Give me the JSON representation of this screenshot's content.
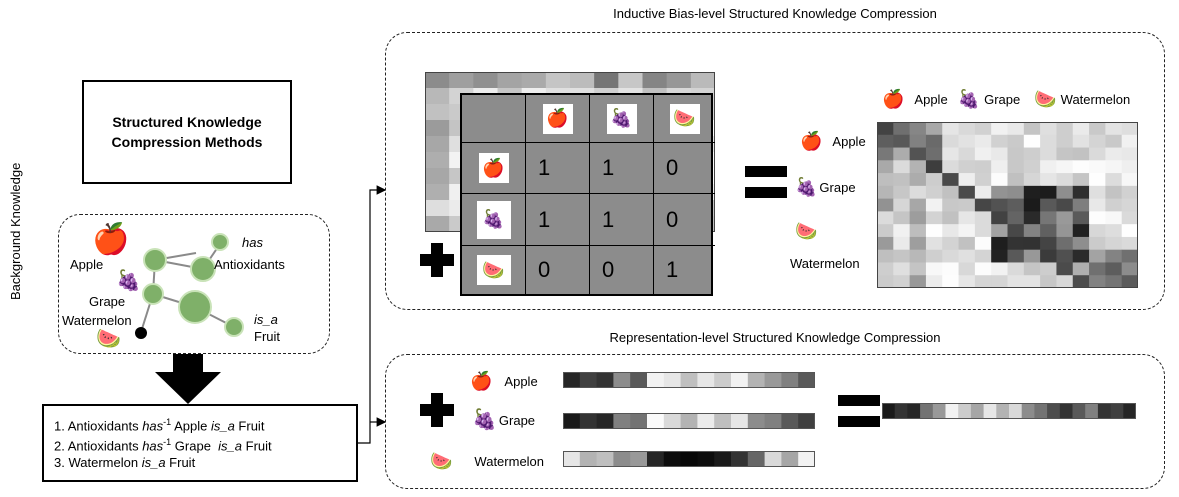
{
  "left_panel": {
    "title": "Structured Knowledge\nCompression Methods",
    "side_label": "Background Knowledge",
    "graph": {
      "labels": {
        "apple": "Apple",
        "grape": "Grape",
        "watermelon": "Watermelon",
        "has": "has",
        "antioxidants": "Antioxidants",
        "is_a": "is_a",
        "fruit": "Fruit"
      },
      "icons": [
        "apple-icon",
        "grape-icon",
        "watermelon-icon"
      ]
    },
    "arrow": "down-arrow",
    "paths": [
      {
        "num": "1.",
        "pre": "Antioxidants",
        "rel1": "has",
        "sup": "-1",
        "mid": " Apple ",
        "rel2": "is_a",
        "post": " Fruit"
      },
      {
        "num": "2.",
        "pre": "Antioxidants",
        "rel1": "has",
        "sup": "-1",
        "mid": " Grape  ",
        "rel2": "is_a",
        "post": " Fruit"
      },
      {
        "num": "3.",
        "pre": "Watermelon",
        "rel1": "",
        "sup": "",
        "mid": " ",
        "rel2": "is_a",
        "post": " Fruit"
      }
    ]
  },
  "inductive_bias": {
    "title": "Inductive Bias-level Structured Knowledge Compression",
    "matrix": {
      "col_icons": [
        "🍎",
        "🍇",
        "🍉"
      ],
      "row_icons": [
        "🍎",
        "🍇",
        "🍉"
      ],
      "values": [
        [
          1,
          1,
          0
        ],
        [
          1,
          1,
          0
        ],
        [
          0,
          0,
          1
        ]
      ]
    },
    "operator_plus": "+",
    "operator_equals": "=",
    "legend": [
      {
        "icon": "🍎",
        "label": "Apple"
      },
      {
        "icon": "🍇",
        "label": "Grape"
      },
      {
        "icon": "🍉",
        "label": "Watermelon"
      }
    ],
    "row_labels": [
      {
        "icon": "🍎",
        "label": "Apple"
      },
      {
        "icon": "🍇",
        "label": "Grape"
      },
      {
        "icon": "🍉",
        "label": "Watermelon"
      }
    ]
  },
  "representation": {
    "title": "Representation-level Structured Knowledge Compression",
    "operator_plus": "+",
    "operator_equals": "=",
    "items": [
      {
        "icon": "🍎",
        "label": "Apple"
      },
      {
        "icon": "🍇",
        "label": "Grape"
      },
      {
        "icon": "🍉",
        "label": "Watermelon"
      }
    ],
    "vectors": {
      "apple": [
        0.15,
        0.25,
        0.2,
        0.55,
        0.35,
        0.95,
        0.9,
        0.75,
        0.9,
        0.8,
        0.95,
        0.7,
        0.6,
        0.5,
        0.35
      ],
      "grape": [
        0.1,
        0.2,
        0.15,
        0.5,
        0.45,
        0.98,
        0.85,
        0.7,
        0.92,
        0.75,
        0.9,
        0.55,
        0.5,
        0.35,
        0.25
      ],
      "watermelon": [
        0.9,
        0.7,
        0.75,
        0.55,
        0.6,
        0.15,
        0.05,
        0.03,
        0.05,
        0.1,
        0.2,
        0.4,
        0.85,
        0.65,
        0.95
      ],
      "result": [
        0.1,
        0.2,
        0.15,
        0.45,
        0.6,
        0.95,
        0.8,
        0.65,
        0.9,
        0.7,
        0.85,
        0.55,
        0.45,
        0.3,
        0.2,
        0.35,
        0.5,
        0.2,
        0.25,
        0.15
      ]
    }
  }
}
